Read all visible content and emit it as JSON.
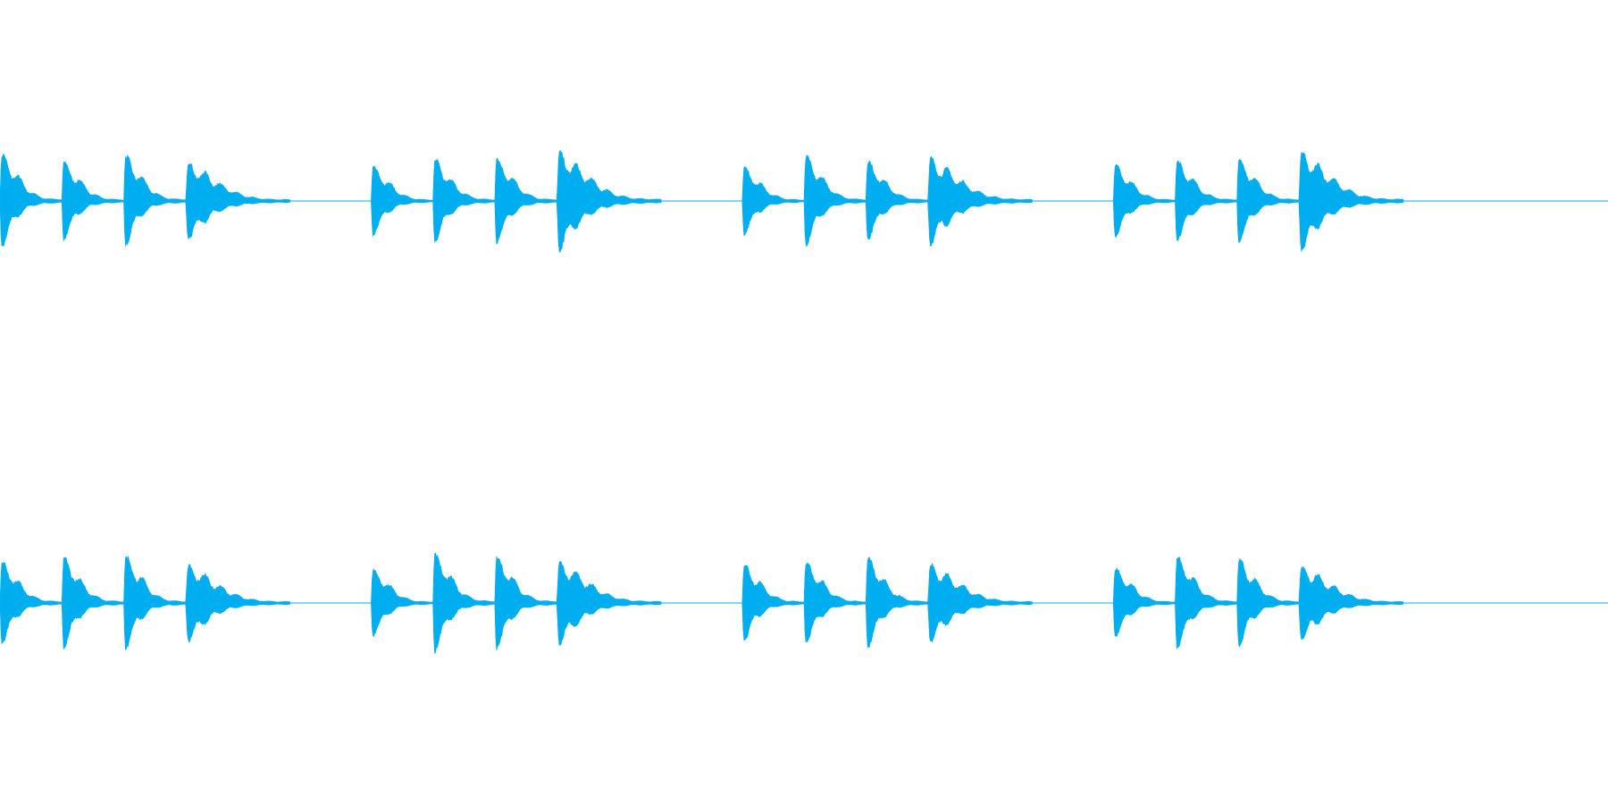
{
  "chart_data": {
    "type": "area",
    "title": "",
    "xlabel": "",
    "ylabel": "",
    "grid": false,
    "legend": "none",
    "color": "#00aeef",
    "duration_s": 13,
    "ylim": [
      -1,
      1
    ],
    "channels": [
      {
        "name": "",
        "bursts": [
          {
            "group": 1,
            "hits": [
              {
                "start_s": 0.0,
                "amp": 0.42
              },
              {
                "start_s": 0.5,
                "amp": 0.35
              },
              {
                "start_s": 1.0,
                "amp": 0.4
              },
              {
                "start_s": 1.5,
                "amp": 0.34
              }
            ]
          },
          {
            "group": 2,
            "hits": [
              {
                "start_s": 3.0,
                "amp": 0.31
              },
              {
                "start_s": 3.5,
                "amp": 0.37
              },
              {
                "start_s": 4.0,
                "amp": 0.38
              },
              {
                "start_s": 4.5,
                "amp": 0.43
              }
            ]
          },
          {
            "group": 3,
            "hits": [
              {
                "start_s": 6.0,
                "amp": 0.3
              },
              {
                "start_s": 6.5,
                "amp": 0.4
              },
              {
                "start_s": 7.0,
                "amp": 0.36
              },
              {
                "start_s": 7.5,
                "amp": 0.38
              }
            ]
          },
          {
            "group": 4,
            "hits": [
              {
                "start_s": 9.0,
                "amp": 0.32
              },
              {
                "start_s": 9.5,
                "amp": 0.36
              },
              {
                "start_s": 10.0,
                "amp": 0.38
              },
              {
                "start_s": 10.5,
                "amp": 0.43
              }
            ]
          }
        ]
      },
      {
        "name": "",
        "bursts": [
          {
            "group": 1,
            "hits": [
              {
                "start_s": 0.0,
                "amp": 0.37
              },
              {
                "start_s": 0.5,
                "amp": 0.4
              },
              {
                "start_s": 1.0,
                "amp": 0.42
              },
              {
                "start_s": 1.5,
                "amp": 0.33
              }
            ]
          },
          {
            "group": 2,
            "hits": [
              {
                "start_s": 3.0,
                "amp": 0.3
              },
              {
                "start_s": 3.5,
                "amp": 0.44
              },
              {
                "start_s": 4.0,
                "amp": 0.42
              },
              {
                "start_s": 4.5,
                "amp": 0.36
              }
            ]
          },
          {
            "group": 3,
            "hits": [
              {
                "start_s": 6.0,
                "amp": 0.35
              },
              {
                "start_s": 6.5,
                "amp": 0.37
              },
              {
                "start_s": 7.0,
                "amp": 0.4
              },
              {
                "start_s": 7.5,
                "amp": 0.34
              }
            ]
          },
          {
            "group": 4,
            "hits": [
              {
                "start_s": 9.0,
                "amp": 0.31
              },
              {
                "start_s": 9.5,
                "amp": 0.42
              },
              {
                "start_s": 10.0,
                "amp": 0.4
              },
              {
                "start_s": 10.5,
                "amp": 0.33
              }
            ]
          }
        ]
      }
    ]
  }
}
